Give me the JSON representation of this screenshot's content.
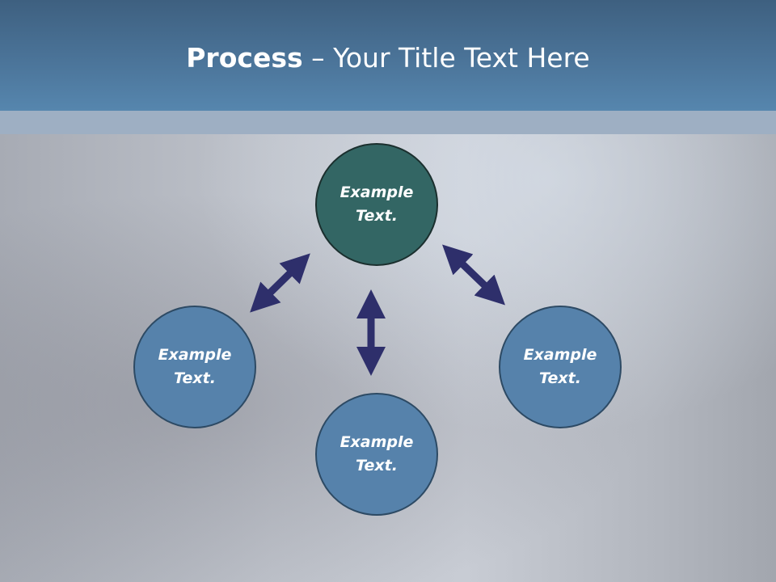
{
  "header": {
    "title_bold": "Process",
    "title_rest": " – Your Title Text Here"
  },
  "diagram": {
    "nodes": [
      {
        "label": "Example Text.",
        "line1": "Example",
        "line2": "Text."
      },
      {
        "label": "Example Text.",
        "line1": "Example",
        "line2": "Text."
      },
      {
        "label": "Example Text.",
        "line1": "Example",
        "line2": "Text."
      },
      {
        "label": "Example Text.",
        "line1": "Example",
        "line2": "Text."
      }
    ]
  },
  "colors": {
    "header": "#4b7499",
    "top_node": "#336664",
    "node": "#5682ab",
    "arrow": "#2e2f6b"
  }
}
